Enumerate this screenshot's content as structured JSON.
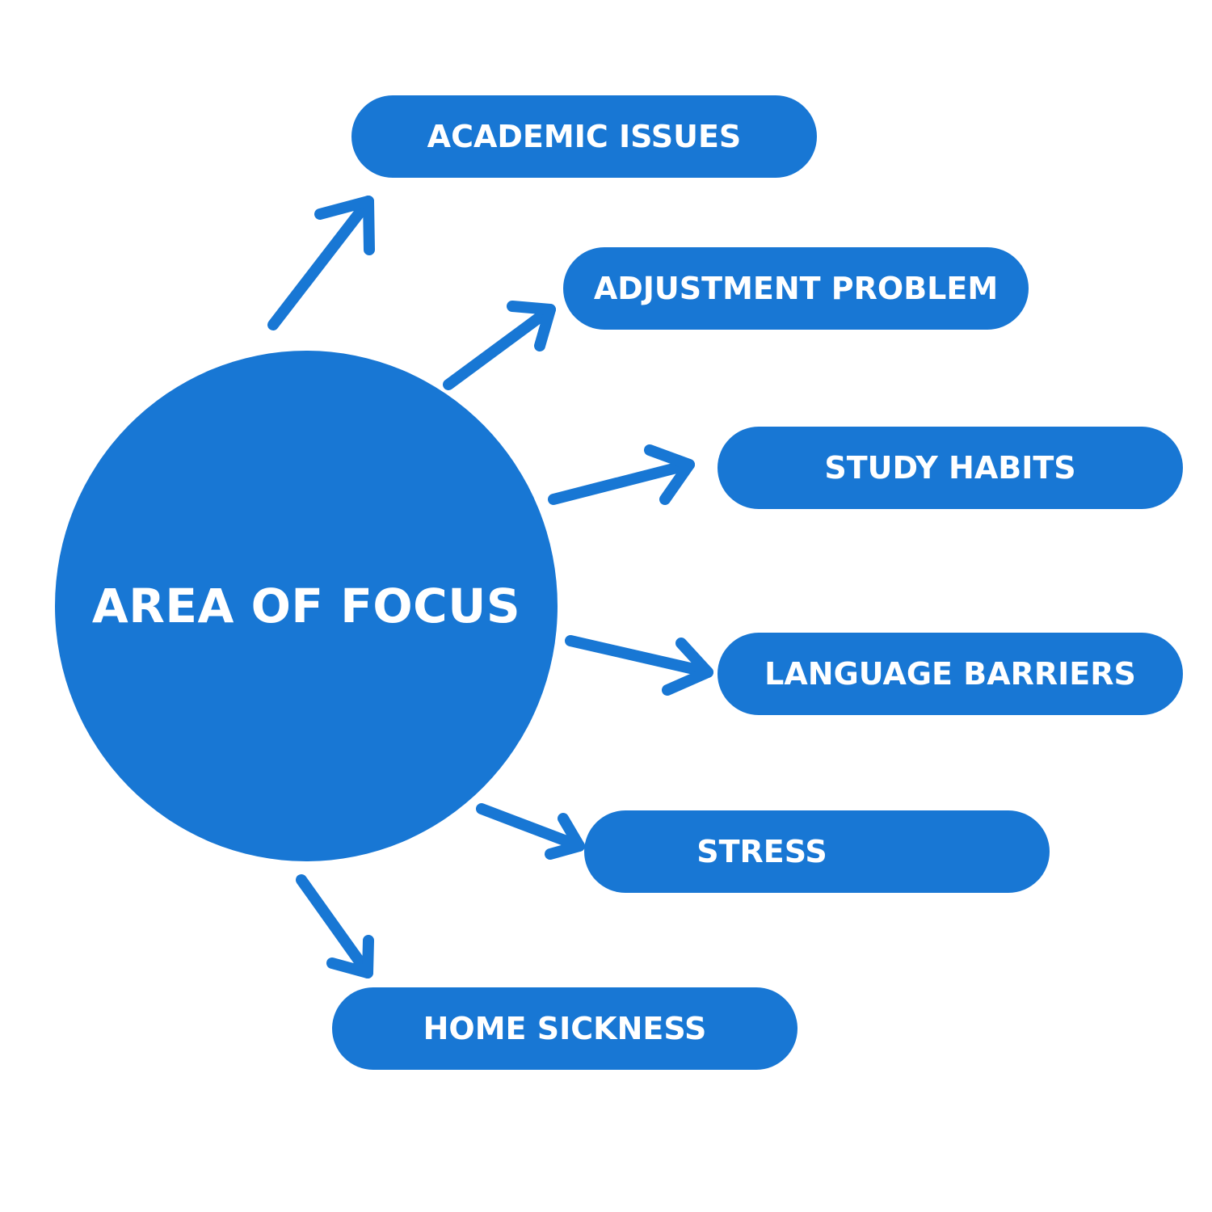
{
  "colors": {
    "primary": "#1877d4",
    "background": "#ffffff",
    "text": "#ffffff"
  },
  "center": {
    "label": "AREA OF FOCUS"
  },
  "topics": [
    {
      "label": "ACADEMIC ISSUES"
    },
    {
      "label": "ADJUSTMENT PROBLEM"
    },
    {
      "label": "STUDY HABITS"
    },
    {
      "label": "LANGUAGE BARRIERS"
    },
    {
      "label": "STRESS"
    },
    {
      "label": "HOME SICKNESS"
    }
  ]
}
